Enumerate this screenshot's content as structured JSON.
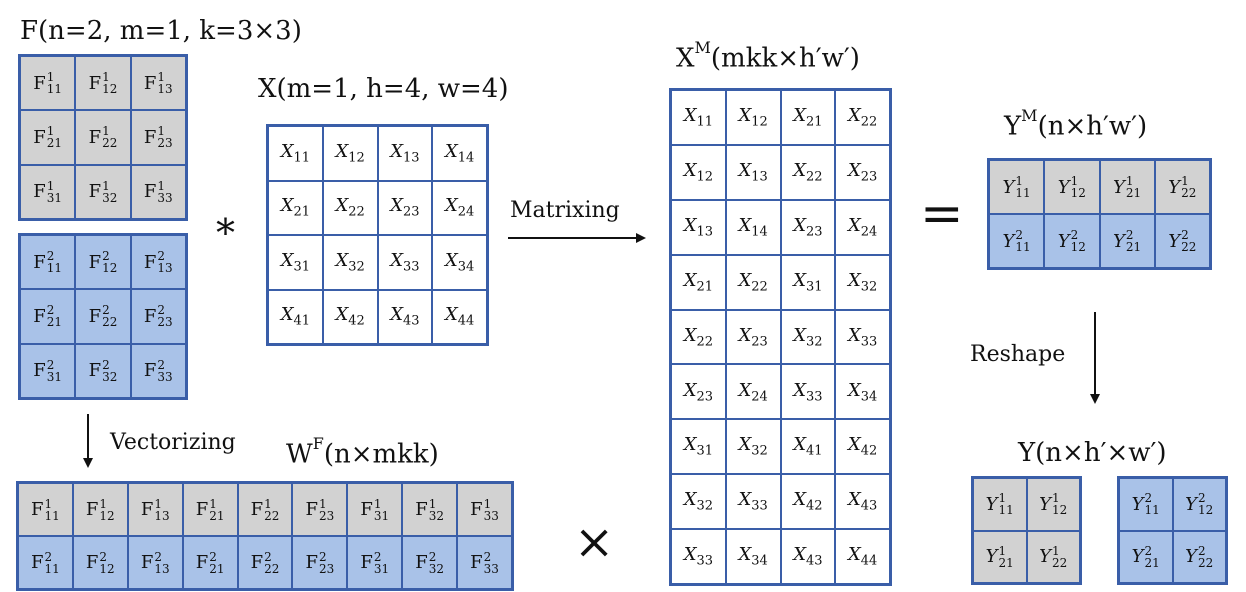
{
  "titles": {
    "F": "F(n=2, m=1, k=3×3)",
    "X": "X(m=1, h=4, w=4)",
    "XM_base": "X",
    "XM_sup": "M",
    "XM_rest": "(mkk×h′w′)",
    "YM_base": "Y",
    "YM_sup": "M",
    "YM_rest": "(n×h′w′)",
    "WF_base": "W",
    "WF_sup": "F",
    "WF_rest": "(n×mkk)",
    "Y": "Y(n×h′×w′)"
  },
  "labels": {
    "matrixing": "Matrixing",
    "vectorizing": "Vectorizing",
    "reshape": "Reshape"
  },
  "operators": {
    "convolve": "*",
    "equals": "=",
    "times": "×"
  },
  "colors": {
    "border": "#3a5ea8",
    "filter1": "#d2d2d2",
    "filter2": "#a9c2e8"
  },
  "F1": [
    [
      "11",
      "12",
      "13"
    ],
    [
      "21",
      "22",
      "23"
    ],
    [
      "31",
      "32",
      "33"
    ]
  ],
  "F2": [
    [
      "11",
      "12",
      "13"
    ],
    [
      "21",
      "22",
      "23"
    ],
    [
      "31",
      "32",
      "33"
    ]
  ],
  "X": [
    [
      "11",
      "12",
      "13",
      "14"
    ],
    [
      "21",
      "22",
      "23",
      "24"
    ],
    [
      "31",
      "32",
      "33",
      "34"
    ],
    [
      "41",
      "42",
      "43",
      "44"
    ]
  ],
  "XM": [
    [
      "11",
      "12",
      "21",
      "22"
    ],
    [
      "12",
      "13",
      "22",
      "23"
    ],
    [
      "13",
      "14",
      "23",
      "24"
    ],
    [
      "21",
      "22",
      "31",
      "32"
    ],
    [
      "22",
      "23",
      "32",
      "33"
    ],
    [
      "23",
      "24",
      "33",
      "34"
    ],
    [
      "31",
      "32",
      "41",
      "42"
    ],
    [
      "32",
      "33",
      "42",
      "43"
    ],
    [
      "33",
      "34",
      "43",
      "44"
    ]
  ],
  "YM": [
    [
      "11",
      "12",
      "21",
      "22"
    ],
    [
      "11",
      "12",
      "21",
      "22"
    ]
  ],
  "WF": [
    [
      "11",
      "12",
      "13",
      "21",
      "22",
      "23",
      "31",
      "32",
      "33"
    ],
    [
      "11",
      "12",
      "13",
      "21",
      "22",
      "23",
      "31",
      "32",
      "33"
    ]
  ],
  "Y1": [
    [
      "11",
      "12"
    ],
    [
      "21",
      "22"
    ]
  ],
  "Y2": [
    [
      "11",
      "12"
    ],
    [
      "21",
      "22"
    ]
  ]
}
